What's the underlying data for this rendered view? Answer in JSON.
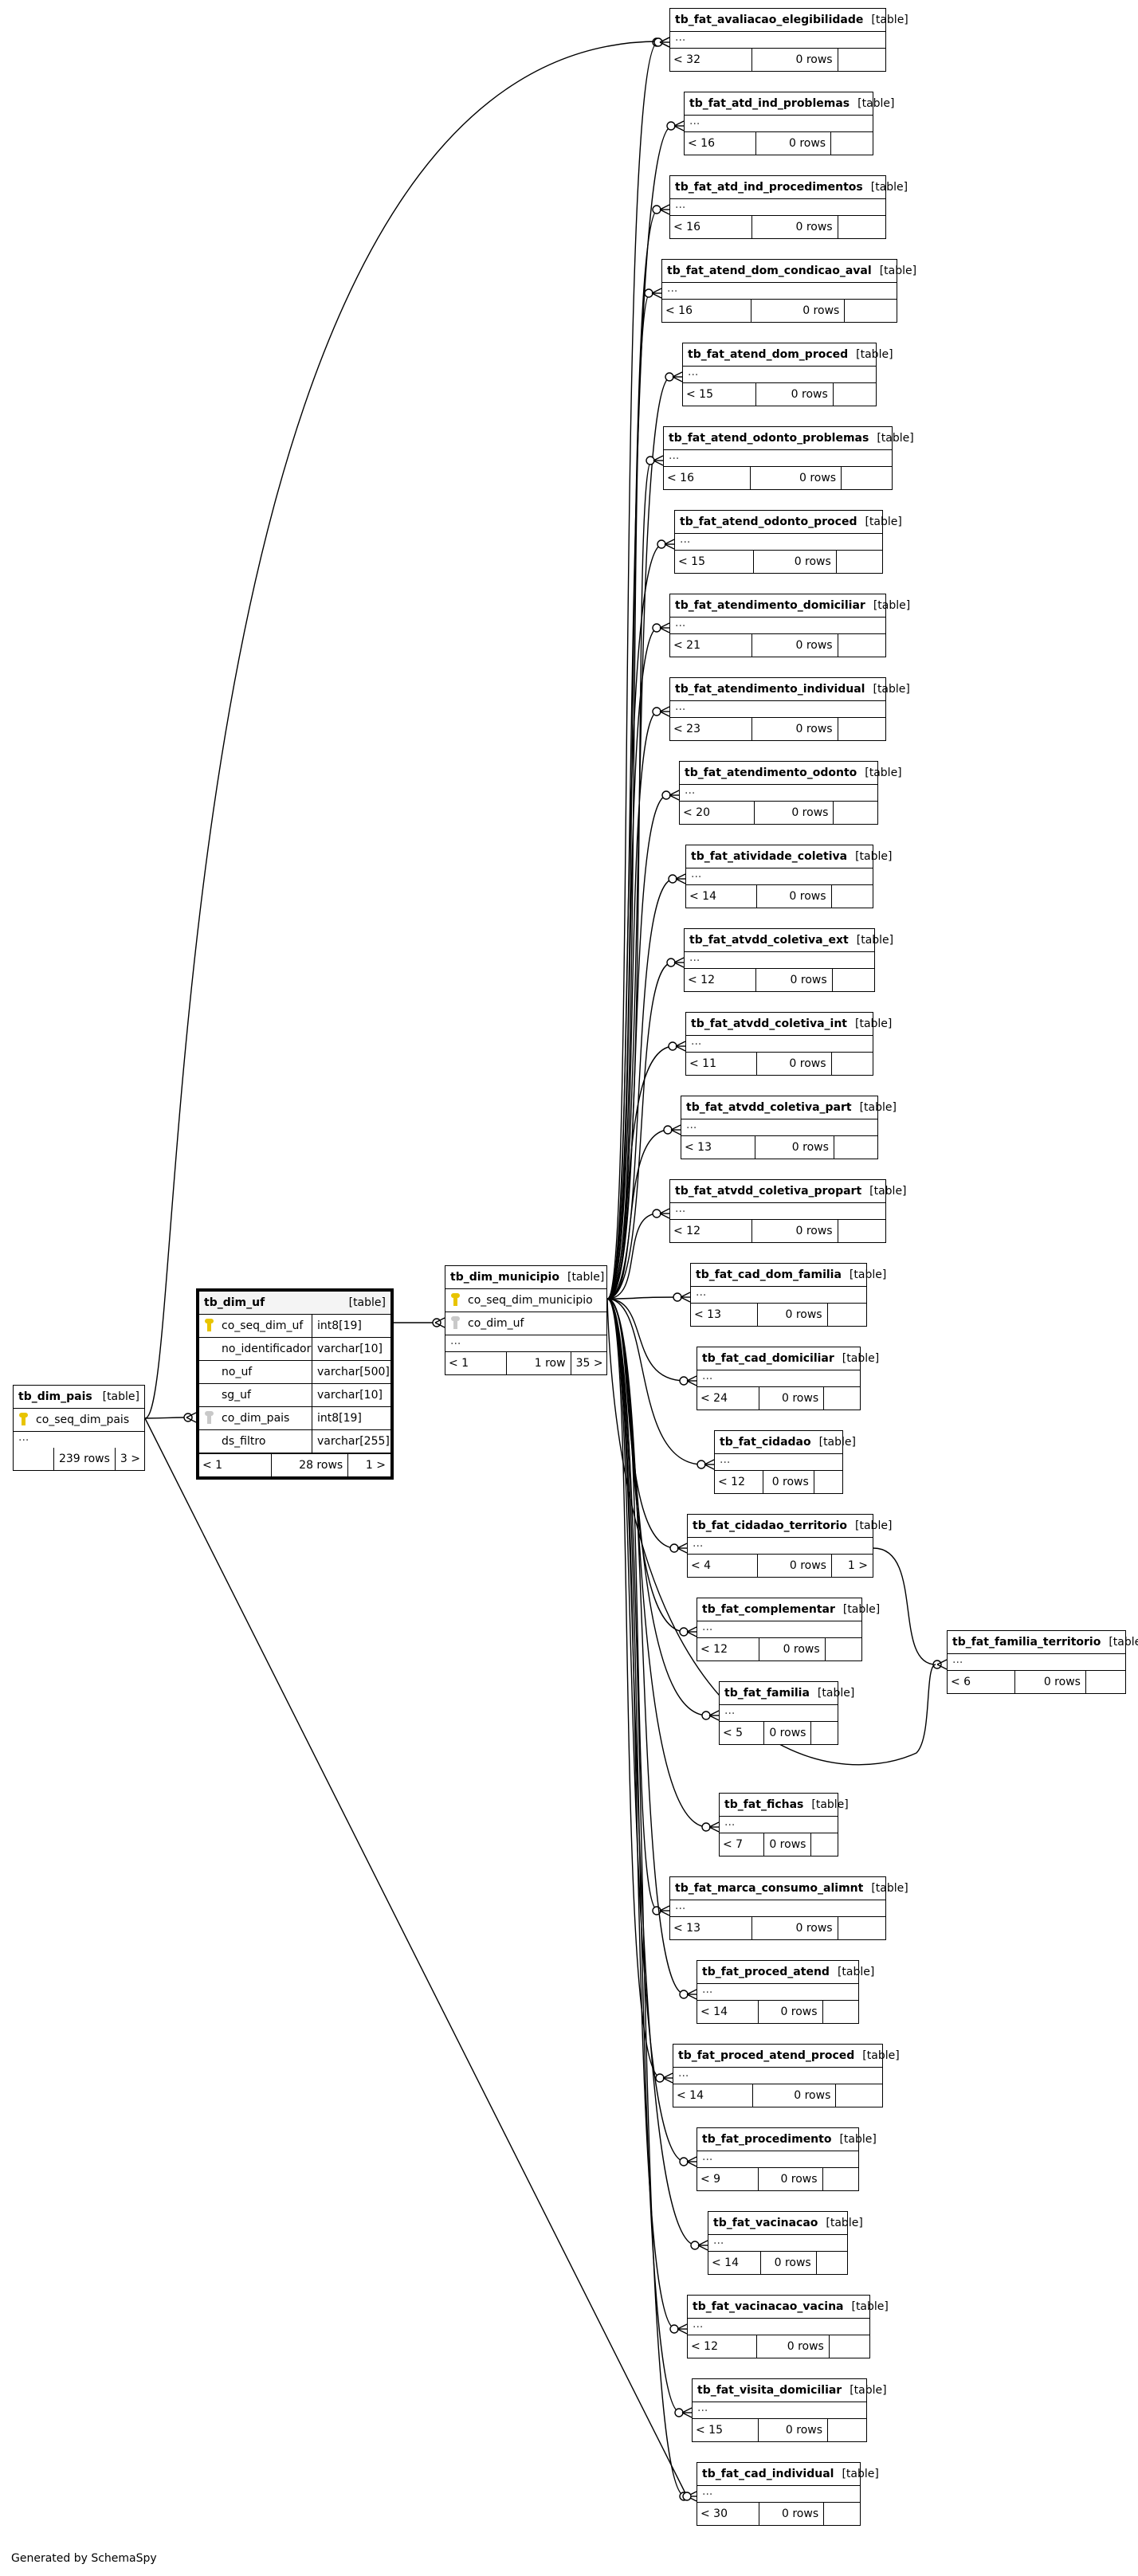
{
  "table_tag": "[table]",
  "ellipsis": "...",
  "credit": "Generated by SchemaSpy",
  "dim_pais": {
    "name": "tb_dim_pais",
    "columns": [
      {
        "name": "co_seq_dim_pais",
        "key": "pk"
      }
    ],
    "footer": [
      "",
      "239 rows",
      "3 >"
    ]
  },
  "dim_uf": {
    "name": "tb_dim_uf",
    "columns": [
      {
        "name": "co_seq_dim_uf",
        "type": "int8[19]",
        "key": "pk"
      },
      {
        "name": "no_identificador",
        "type": "varchar[10]",
        "key": ""
      },
      {
        "name": "no_uf",
        "type": "varchar[500]",
        "key": ""
      },
      {
        "name": "sg_uf",
        "type": "varchar[10]",
        "key": ""
      },
      {
        "name": "co_dim_pais",
        "type": "int8[19]",
        "key": "fk"
      },
      {
        "name": "ds_filtro",
        "type": "varchar[255]",
        "key": ""
      }
    ],
    "footer": [
      "< 1",
      "28 rows",
      "1 >"
    ]
  },
  "dim_municipio": {
    "name": "tb_dim_municipio",
    "columns": [
      {
        "name": "co_seq_dim_municipio",
        "key": "pk"
      },
      {
        "name": "co_dim_uf",
        "key": "fk"
      }
    ],
    "footer": [
      "< 1",
      "1 row",
      "35 >"
    ]
  },
  "familia_territorio": {
    "name": "tb_fat_familia_territorio",
    "footer": [
      "< 6",
      "0 rows",
      ""
    ]
  },
  "fact_tables": [
    {
      "name": "tb_fat_avaliacao_elegibilidade",
      "parents": "< 32",
      "rows": "0 rows",
      "children": ""
    },
    {
      "name": "tb_fat_atd_ind_problemas",
      "parents": "< 16",
      "rows": "0 rows",
      "children": ""
    },
    {
      "name": "tb_fat_atd_ind_procedimentos",
      "parents": "< 16",
      "rows": "0 rows",
      "children": ""
    },
    {
      "name": "tb_fat_atend_dom_condicao_aval",
      "parents": "< 16",
      "rows": "0 rows",
      "children": ""
    },
    {
      "name": "tb_fat_atend_dom_proced",
      "parents": "< 15",
      "rows": "0 rows",
      "children": ""
    },
    {
      "name": "tb_fat_atend_odonto_problemas",
      "parents": "< 16",
      "rows": "0 rows",
      "children": ""
    },
    {
      "name": "tb_fat_atend_odonto_proced",
      "parents": "< 15",
      "rows": "0 rows",
      "children": ""
    },
    {
      "name": "tb_fat_atendimento_domiciliar",
      "parents": "< 21",
      "rows": "0 rows",
      "children": ""
    },
    {
      "name": "tb_fat_atendimento_individual",
      "parents": "< 23",
      "rows": "0 rows",
      "children": ""
    },
    {
      "name": "tb_fat_atendimento_odonto",
      "parents": "< 20",
      "rows": "0 rows",
      "children": ""
    },
    {
      "name": "tb_fat_atividade_coletiva",
      "parents": "< 14",
      "rows": "0 rows",
      "children": ""
    },
    {
      "name": "tb_fat_atvdd_coletiva_ext",
      "parents": "< 12",
      "rows": "0 rows",
      "children": ""
    },
    {
      "name": "tb_fat_atvdd_coletiva_int",
      "parents": "< 11",
      "rows": "0 rows",
      "children": ""
    },
    {
      "name": "tb_fat_atvdd_coletiva_part",
      "parents": "< 13",
      "rows": "0 rows",
      "children": ""
    },
    {
      "name": "tb_fat_atvdd_coletiva_propart",
      "parents": "< 12",
      "rows": "0 rows",
      "children": ""
    },
    {
      "name": "tb_fat_cad_dom_familia",
      "parents": "< 13",
      "rows": "0 rows",
      "children": ""
    },
    {
      "name": "tb_fat_cad_domiciliar",
      "parents": "< 24",
      "rows": "0 rows",
      "children": ""
    },
    {
      "name": "tb_fat_cidadao",
      "parents": "< 12",
      "rows": "0 rows",
      "children": ""
    },
    {
      "name": "tb_fat_cidadao_territorio",
      "parents": "< 4",
      "rows": "0 rows",
      "children": "1 >"
    },
    {
      "name": "tb_fat_complementar",
      "parents": "< 12",
      "rows": "0 rows",
      "children": ""
    },
    {
      "name": "tb_fat_familia",
      "parents": "< 5",
      "rows": "0 rows",
      "children": ""
    },
    {
      "name": "tb_fat_fichas",
      "parents": "< 7",
      "rows": "0 rows",
      "children": ""
    },
    {
      "name": "tb_fat_marca_consumo_alimnt",
      "parents": "< 13",
      "rows": "0 rows",
      "children": ""
    },
    {
      "name": "tb_fat_proced_atend",
      "parents": "< 14",
      "rows": "0 rows",
      "children": ""
    },
    {
      "name": "tb_fat_proced_atend_proced",
      "parents": "< 14",
      "rows": "0 rows",
      "children": ""
    },
    {
      "name": "tb_fat_procedimento",
      "parents": "< 9",
      "rows": "0 rows",
      "children": ""
    },
    {
      "name": "tb_fat_vacinacao",
      "parents": "< 14",
      "rows": "0 rows",
      "children": ""
    },
    {
      "name": "tb_fat_vacinacao_vacina",
      "parents": "< 12",
      "rows": "0 rows",
      "children": ""
    },
    {
      "name": "tb_fat_visita_domiciliar",
      "parents": "< 15",
      "rows": "0 rows",
      "children": ""
    },
    {
      "name": "tb_fat_cad_individual",
      "parents": "< 30",
      "rows": "0 rows",
      "children": ""
    }
  ]
}
